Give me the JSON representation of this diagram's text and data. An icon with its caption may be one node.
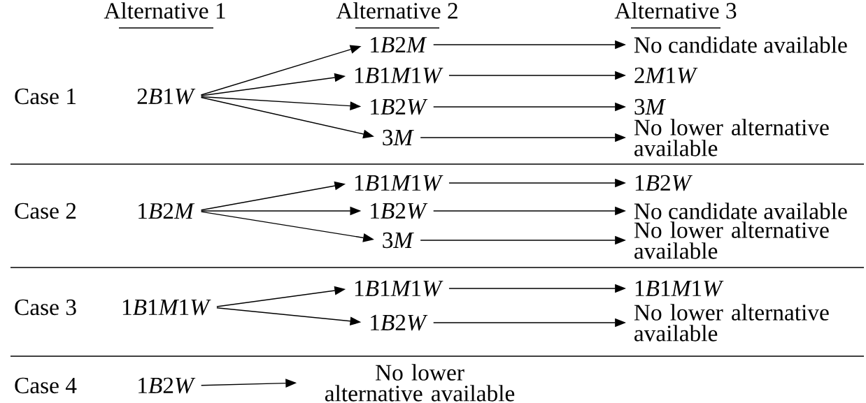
{
  "diagram": {
    "nodes": [
      {
        "text": [
          "2B1W"
        ]
      },
      {
        "text": [
          "1B2M"
        ]
      },
      {
        "text": [
          "1B1M1W"
        ]
      },
      {
        "text": [
          "1B2W"
        ]
      },
      {
        "text": [
          "3M"
        ]
      },
      {
        "text": [
          "No candidate available"
        ]
      },
      {
        "text": [
          "2M1W"
        ]
      },
      {
        "text": [
          "3M"
        ]
      },
      {
        "text": [
          "No lower alternative available"
        ]
      },
      {
        "text": [
          "1B2M"
        ]
      },
      {
        "text": [
          "1B1M1W"
        ]
      },
      {
        "text": [
          "1B2W"
        ]
      },
      {
        "text": [
          "3M"
        ]
      },
      {
        "text": [
          "1B2W"
        ]
      },
      {
        "text": [
          "No candidate available"
        ]
      },
      {
        "text": [
          "No lower alternative available"
        ]
      },
      {
        "text": [
          "1B1M1W"
        ]
      },
      {
        "text": [
          "1B1M1W"
        ]
      },
      {
        "text": [
          "1B2W"
        ]
      },
      {
        "text": [
          "1B1M1W"
        ]
      },
      {
        "text": [
          "No lower alternative available"
        ]
      },
      {
        "text": [
          "1B2W"
        ]
      },
      {
        "text": [
          "No lower alternative available"
        ]
      }
    ],
    "edges": [
      {
        "from": 0,
        "to": 1,
        "arrow": "to"
      },
      {
        "from": 0,
        "to": 2,
        "arrow": "to"
      },
      {
        "from": 0,
        "to": 3,
        "arrow": "to"
      },
      {
        "from": 0,
        "to": 4,
        "arrow": "to"
      },
      {
        "from": 1,
        "to": 5,
        "arrow": "to"
      },
      {
        "from": 2,
        "to": 6,
        "arrow": "to"
      },
      {
        "from": 3,
        "to": 7,
        "arrow": "to"
      },
      {
        "from": 4,
        "to": 8,
        "arrow": "to"
      },
      {
        "from": 9,
        "to": 10,
        "arrow": "to"
      },
      {
        "from": 9,
        "to": 11,
        "arrow": "to"
      },
      {
        "from": 9,
        "to": 12,
        "arrow": "to"
      },
      {
        "from": 10,
        "to": 13,
        "arrow": "to"
      },
      {
        "from": 11,
        "to": 14,
        "arrow": "to"
      },
      {
        "from": 12,
        "to": 15,
        "arrow": "to"
      },
      {
        "from": 16,
        "to": 17,
        "arrow": "to"
      },
      {
        "from": 16,
        "to": 18,
        "arrow": "to"
      },
      {
        "from": 17,
        "to": 19,
        "arrow": "to"
      },
      {
        "from": 18,
        "to": 20,
        "arrow": "to"
      },
      {
        "from": 21,
        "to": 22,
        "arrow": "to"
      }
    ],
    "labels": [
      "Alternative 1",
      "Alternative 2",
      "Alternative 3",
      "Case 1",
      "Case 2",
      "Case 3",
      "Case 4"
    ]
  }
}
